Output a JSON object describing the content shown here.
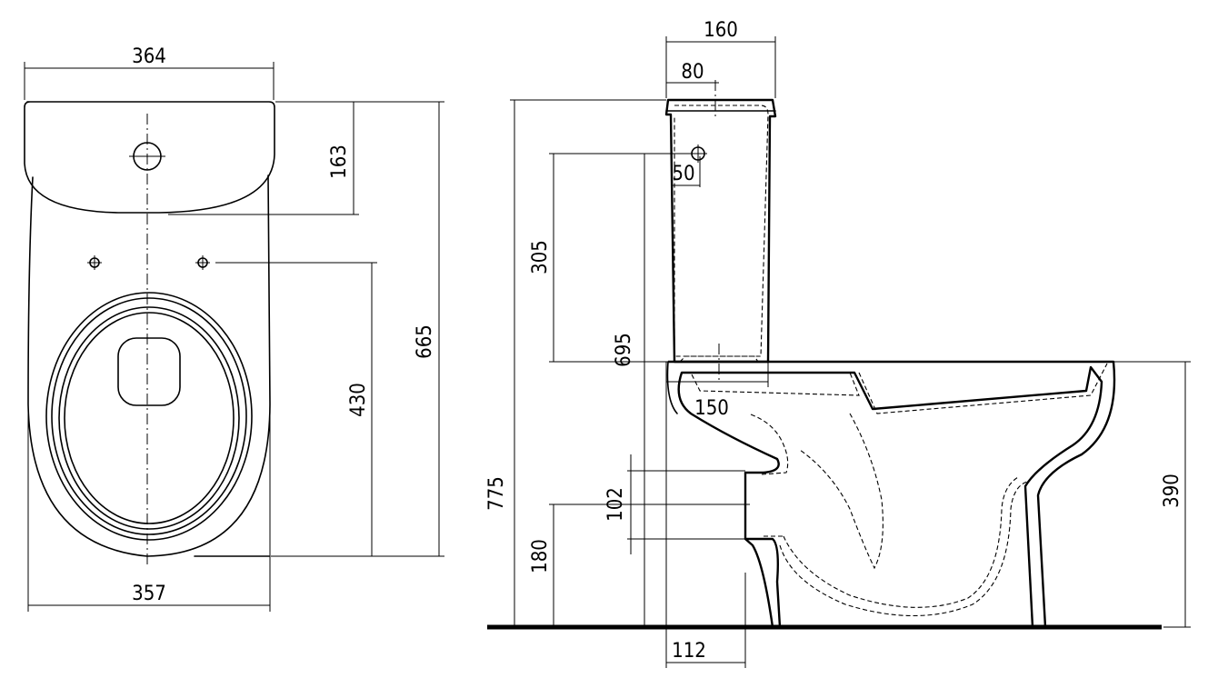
{
  "views": {
    "top_view": {
      "dimensions": {
        "top_width": "364",
        "tank_depth": "163",
        "hole_to_front": "430",
        "total_length": "665",
        "bottom_width": "357"
      }
    },
    "side_view": {
      "dimensions": {
        "tank_width": "160",
        "tank_hole_offset": "80",
        "hole_drop": "50",
        "tank_height": "305",
        "outlet_height_tank": "695",
        "total_height": "775",
        "wall_offset": "150",
        "outlet_diameter": "102",
        "outlet_center_height": "180",
        "outlet_projection": "112",
        "bowl_height": "390"
      }
    }
  },
  "colors": {
    "line": "#000000",
    "background": "#ffffff"
  }
}
